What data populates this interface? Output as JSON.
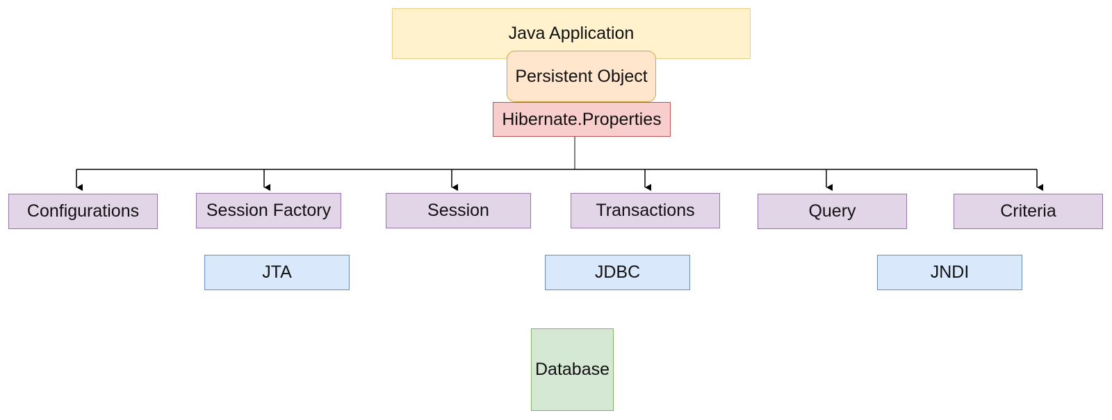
{
  "diagram": {
    "application": {
      "label": "Java Application",
      "color": "#fff2cc"
    },
    "persistent_object": {
      "label": "Persistent Object",
      "color": "#ffe6cc"
    },
    "properties": {
      "label": "Hibernate.Properties",
      "color": "#f8cecc"
    },
    "components": [
      {
        "label": "Configurations"
      },
      {
        "label": "Session Factory"
      },
      {
        "label": "Session"
      },
      {
        "label": "Transactions"
      },
      {
        "label": "Query"
      },
      {
        "label": "Criteria"
      }
    ],
    "components_color": "#e1d5e7",
    "infrastructure": [
      {
        "label": "JTA"
      },
      {
        "label": "JDBC"
      },
      {
        "label": "JNDI"
      }
    ],
    "infrastructure_color": "#dae8fc",
    "database": {
      "label": "Database",
      "color": "#d5e8d4"
    },
    "edges": [
      {
        "from": "Hibernate.Properties",
        "to": "Configurations"
      },
      {
        "from": "Hibernate.Properties",
        "to": "Session Factory"
      },
      {
        "from": "Hibernate.Properties",
        "to": "Session"
      },
      {
        "from": "Hibernate.Properties",
        "to": "Transactions"
      },
      {
        "from": "Hibernate.Properties",
        "to": "Query"
      },
      {
        "from": "Hibernate.Properties",
        "to": "Criteria"
      }
    ]
  }
}
